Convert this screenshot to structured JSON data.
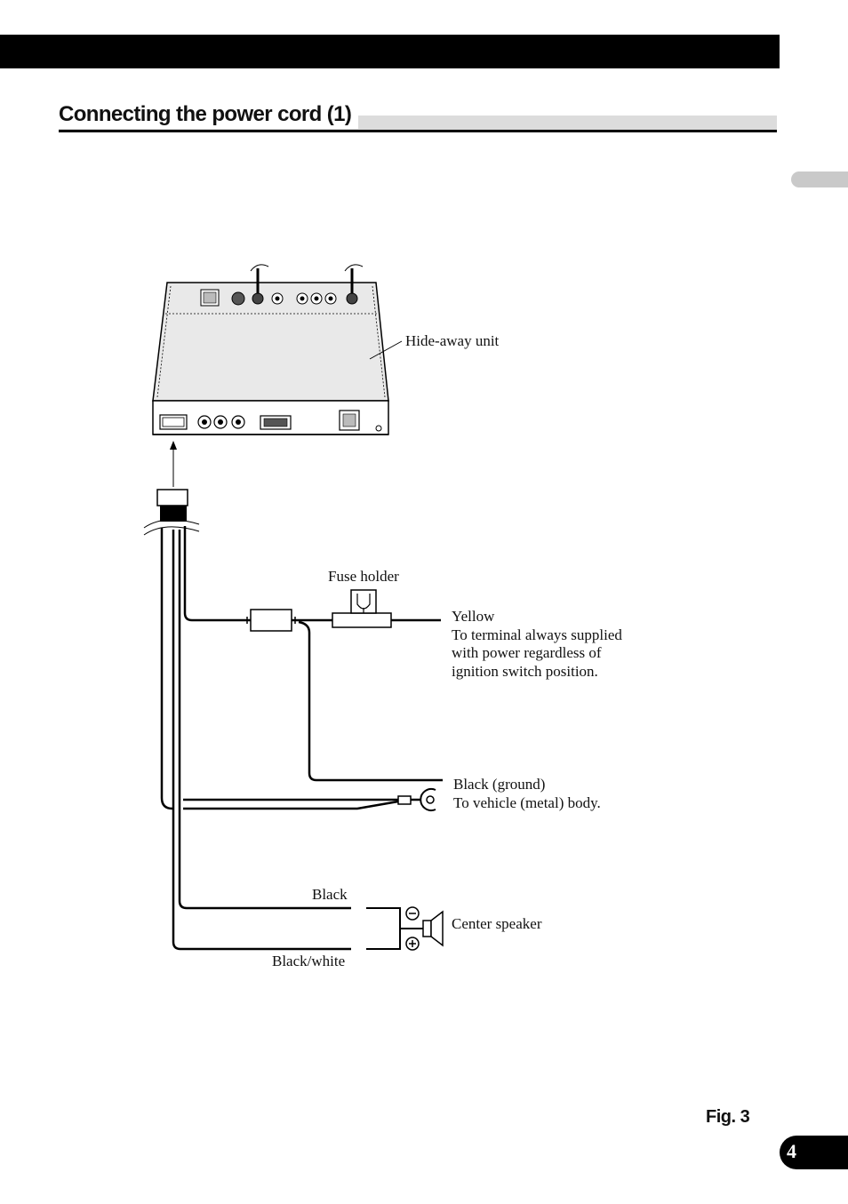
{
  "header": {
    "section_title": "Connecting the power cord (1)"
  },
  "diagram": {
    "labels": {
      "hide_away_unit": "Hide-away unit",
      "fuse_holder": "Fuse holder",
      "yellow_lines": [
        "Yellow",
        "To terminal always supplied",
        "with power regardless of",
        "ignition switch position."
      ],
      "black_ground_lines": [
        "Black (ground)",
        "To vehicle (metal) body."
      ],
      "black": "Black",
      "black_white": "Black/white",
      "center_speaker": "Center speaker"
    }
  },
  "footer": {
    "figure_label": "Fig. 3",
    "page_number": "4"
  }
}
